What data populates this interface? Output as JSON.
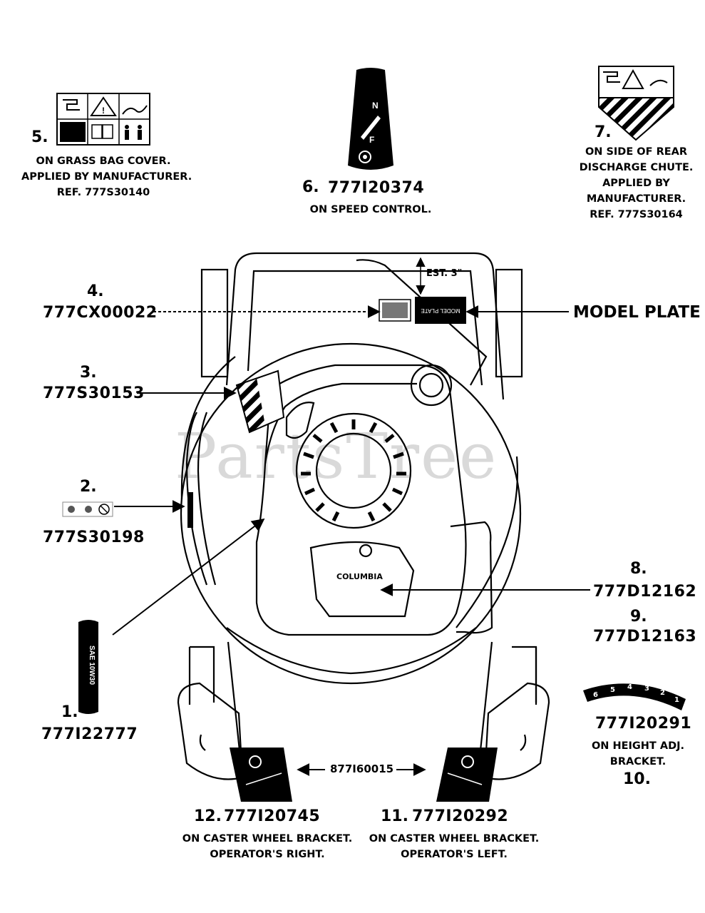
{
  "watermark": "PartsTree",
  "labels": {
    "l5": {
      "number": "5.",
      "lines": [
        "ON GRASS BAG COVER.",
        "APPLIED BY MANUFACTURER.",
        "REF. 777S30140"
      ]
    },
    "l6": {
      "number": "6.",
      "part": "777I20374",
      "lines": [
        "ON SPEED CONTROL."
      ]
    },
    "l7": {
      "number": "7.",
      "lines": [
        "ON SIDE OF REAR",
        "DISCHARGE CHUTE.",
        "APPLIED BY",
        "MANUFACTURER.",
        "REF. 777S30164"
      ]
    },
    "l4": {
      "number": "4.",
      "part": "777CX00022"
    },
    "model_plate": "MODEL PLATE",
    "model_plate_decal": "MODEL PLATE",
    "est": "EST. 3\"",
    "l3": {
      "number": "3.",
      "part": "777S30153"
    },
    "l2": {
      "number": "2.",
      "part": "777S30198"
    },
    "l1": {
      "number": "1.",
      "part": "777I22777",
      "decal_text": "SAE 10W30"
    },
    "l8": {
      "number": "8.",
      "part": "777D12162"
    },
    "l9": {
      "number": "9.",
      "part": "777D12163"
    },
    "l10": {
      "number": "10.",
      "part": "777I20291",
      "lines": [
        "ON HEIGHT ADJ.",
        "BRACKET."
      ],
      "scale": [
        "6",
        "5",
        "4",
        "3",
        "2",
        "1"
      ]
    },
    "l11": {
      "number": "11.",
      "part": "777I20292",
      "lines": [
        "ON CASTER WHEEL BRACKET.",
        "OPERATOR'S LEFT."
      ]
    },
    "l12": {
      "number": "12.",
      "part": "777I20745",
      "lines": [
        "ON CASTER WHEEL BRACKET.",
        "OPERATOR'S RIGHT."
      ]
    },
    "shared_part": "877I60015",
    "engine_brand": "COLUMBIA",
    "speed_letters": {
      "n": "N",
      "f": "F"
    }
  }
}
